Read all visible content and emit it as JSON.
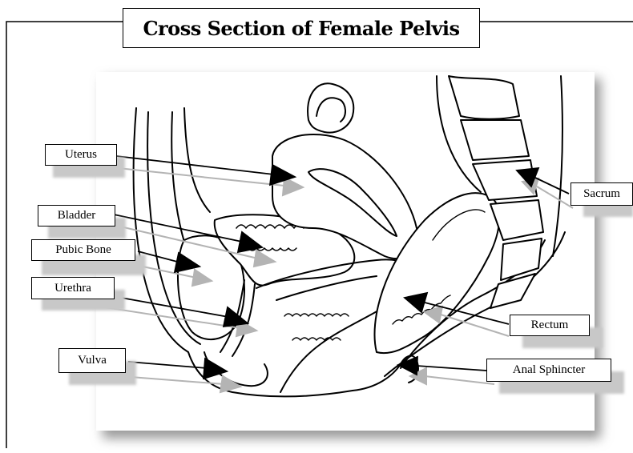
{
  "title": "Cross Section of Female Pelvis",
  "labels": {
    "uterus": "Uterus",
    "bladder": "Bladder",
    "pubic_bone": "Pubic Bone",
    "urethra": "Urethra",
    "vulva": "Vulva",
    "sacrum": "Sacrum",
    "rectum": "Rectum",
    "anal_sphincter": "Anal Sphincter"
  },
  "colors": {
    "ink": "#000000",
    "shadow": "#c8c8c8",
    "arrow_shadow": "#b4b4b4",
    "paper": "#ffffff"
  }
}
